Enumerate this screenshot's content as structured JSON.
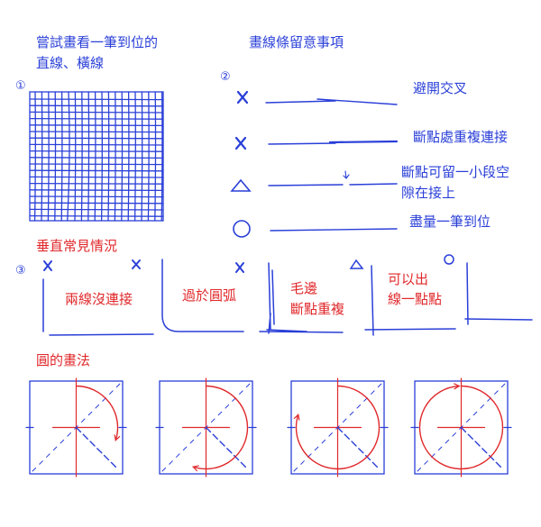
{
  "title": {
    "line1": "嘗試畫看一筆到位的",
    "line2": "直線、橫線"
  },
  "notes_heading": "畫線條留意事項",
  "section_marks": {
    "m1": "①",
    "m2": "②",
    "m3": "③"
  },
  "notes": {
    "avoid_cross": "避開交叉",
    "break_overlap": "斷點處重複連接",
    "gap_line1": "斷點可留一小段空",
    "gap_line2": "隙在接上",
    "one_stroke": "盡量一筆到位"
  },
  "perpendicular": {
    "heading": "垂直常見情況",
    "not_connected": "兩線沒連接",
    "too_curved": "過於圓弧",
    "rough_line1": "毛邊",
    "rough_line2": "斷點重複",
    "ok_line1": "可以出",
    "ok_line2": "線一點點"
  },
  "circle": {
    "heading": "圓的畫法"
  },
  "colors": {
    "blue": "#2a3fd8",
    "red": "#e0282b"
  }
}
